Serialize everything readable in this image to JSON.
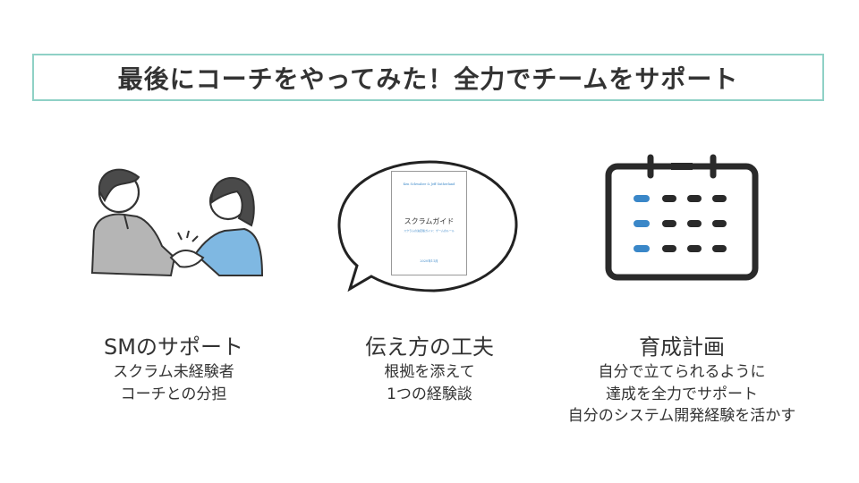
{
  "title": "最後にコーチをやってみた！全力でチームをサポート",
  "columns": [
    {
      "heading": "SMのサポート",
      "lines": [
        "スクラム未経験者",
        "コーチとの分担"
      ],
      "icon": "handshake-icon"
    },
    {
      "heading": "伝え方の工夫",
      "lines": [
        "根拠を添えて",
        "1つの経験談"
      ],
      "icon": "speech-bubble-icon",
      "document": {
        "header": "Ken Schwaber & Jeff Sutherland",
        "title": "スクラムガイド",
        "subtitle": "スクラムの決定版ガイド：ゲームのルール",
        "footer": "2020年11月"
      }
    },
    {
      "heading": "育成計画",
      "lines": [
        "自分で立てられるように",
        "達成を全力でサポート",
        "自分のシステム開発経験を活かす"
      ],
      "icon": "calendar-icon"
    }
  ],
  "colors": {
    "accent_border": "#8fd1c6",
    "blue": "#3a87c8",
    "dark": "#333333",
    "gray_suit": "#b5b5b5",
    "blue_shirt": "#7fb8e2"
  }
}
